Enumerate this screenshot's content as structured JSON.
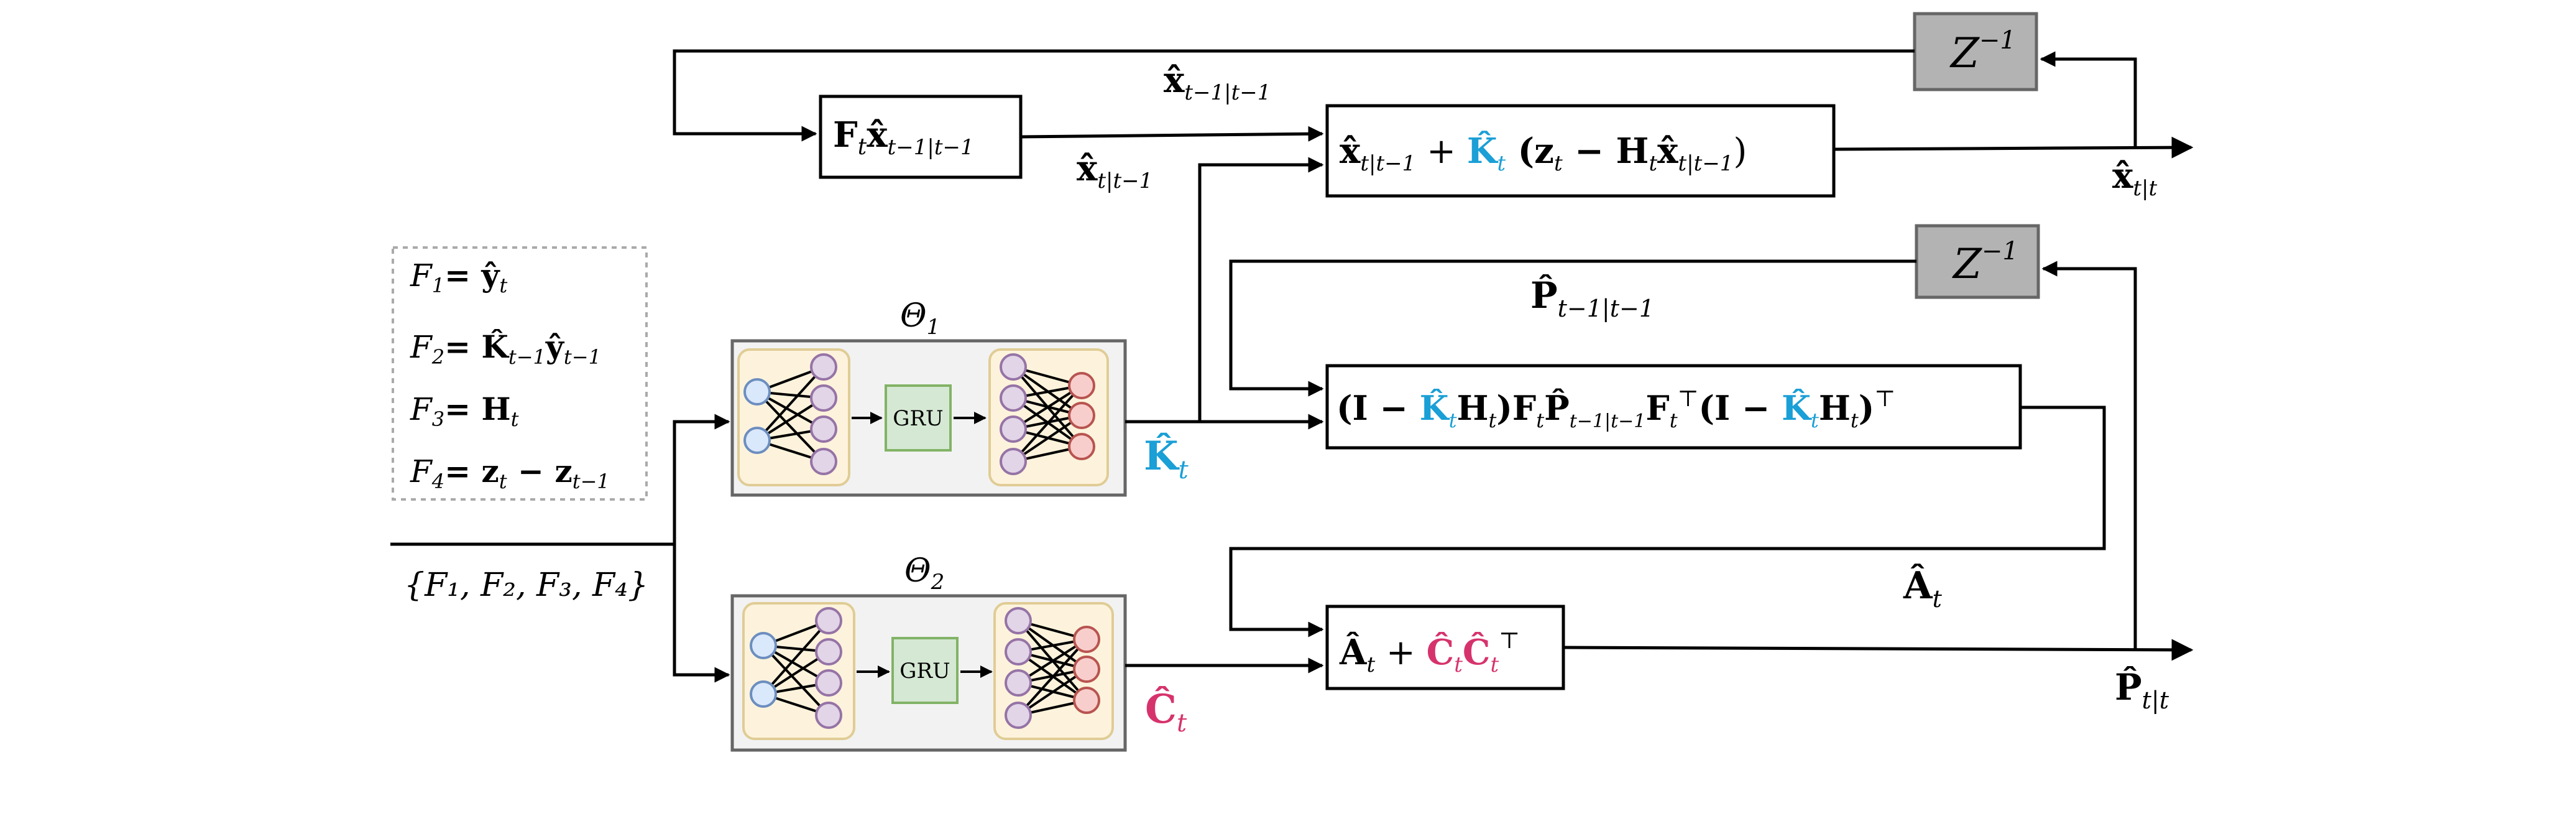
{
  "colors": {
    "kalman_gain": "#1a9fd6",
    "c_matrix": "#d6336c",
    "delay_fill": "#b3b3b3",
    "block_fill": "#f2f2f2",
    "nn_fill": "#fdf3dc",
    "nn_border": "#e0cc95",
    "gru_fill": "#d5e8d4",
    "gru_border": "#82b366",
    "input_node": "#dae8fc",
    "input_node_border": "#6c8ebf",
    "hidden_node": "#e1d5e7",
    "hidden_node_border": "#9673a6",
    "output_node": "#f8cecc",
    "output_node_border": "#b85450"
  },
  "features": {
    "f1_lhs": "F",
    "f1_sub": "1",
    "f1_rhs": "= ŷ",
    "f1_rhs_sub": "t",
    "f2_lhs": "F",
    "f2_sub": "2",
    "f2_rhs_a": "= K̂",
    "f2_rhs_a_sub": "t−1",
    "f2_rhs_b": "ŷ",
    "f2_rhs_b_sub": "t−1",
    "f3_lhs": "F",
    "f3_sub": "3",
    "f3_rhs": "= H",
    "f3_rhs_sub": "t",
    "f4_lhs": "F",
    "f4_sub": "4",
    "f4_rhs_a": "= z",
    "f4_rhs_a_sub": "t",
    "f4_rhs_b": " − z",
    "f4_rhs_b_sub": "t−1"
  },
  "input_set": "{F₁, F₂, F₃, F₄}",
  "networks": {
    "theta1": {
      "label": "Θ",
      "sub": "1",
      "gru": "GRU"
    },
    "theta2": {
      "label": "Θ",
      "sub": "2",
      "gru": "GRU"
    }
  },
  "outputs": {
    "k_hat": "K̂",
    "k_sub": "t",
    "c_hat": "Ĉ",
    "c_sub": "t"
  },
  "delays": {
    "state": "Z",
    "state_sup": "−1",
    "cov": "Z",
    "cov_sup": "−1"
  },
  "signals": {
    "x_prev": "x̂",
    "x_prev_sub": "t−1|t−1",
    "x_pred": "x̂",
    "x_pred_sub": "t|t−1",
    "x_post": "x̂",
    "x_post_sub": "t|t",
    "p_prev": "P̂",
    "p_prev_sub": "t−1|t−1",
    "a_hat": "Â",
    "a_sub": "t",
    "p_post": "P̂",
    "p_post_sub": "t|t"
  },
  "blocks": {
    "predict": {
      "a": "F",
      "a_sub": "t",
      "b": "x̂",
      "b_sub": "t−1|t−1"
    },
    "update": {
      "a": "x̂",
      "a_sub": "t|t−1",
      "plus": " + ",
      "k": "K̂",
      "k_sub": "t",
      "c": " (z",
      "c_sub": "t",
      "d": " − H",
      "d_sub": "t",
      "e": "x̂",
      "e_sub": "t|t−1",
      "f": ")"
    },
    "cov": {
      "a": "(I − ",
      "k1": "K̂",
      "k1_sub": "t",
      "b": "H",
      "b_sub": "t",
      "c": ")F",
      "c_sub": "t",
      "d": "P̂",
      "d_sub": "t−1|t−1",
      "e": "F",
      "e_sub": "t",
      "e_sup": "⊤",
      "f": "(I − ",
      "k2": "K̂",
      "k2_sub": "t",
      "g": "H",
      "g_sub": "t",
      "h": ")",
      "h_sup": "⊤"
    },
    "acov": {
      "a": "Â",
      "a_sub": "t",
      "plus": " + ",
      "c1": "Ĉ",
      "c1_sub": "t",
      "c2": "Ĉ",
      "c2_sub": "t",
      "c2_sup": "⊤"
    }
  }
}
